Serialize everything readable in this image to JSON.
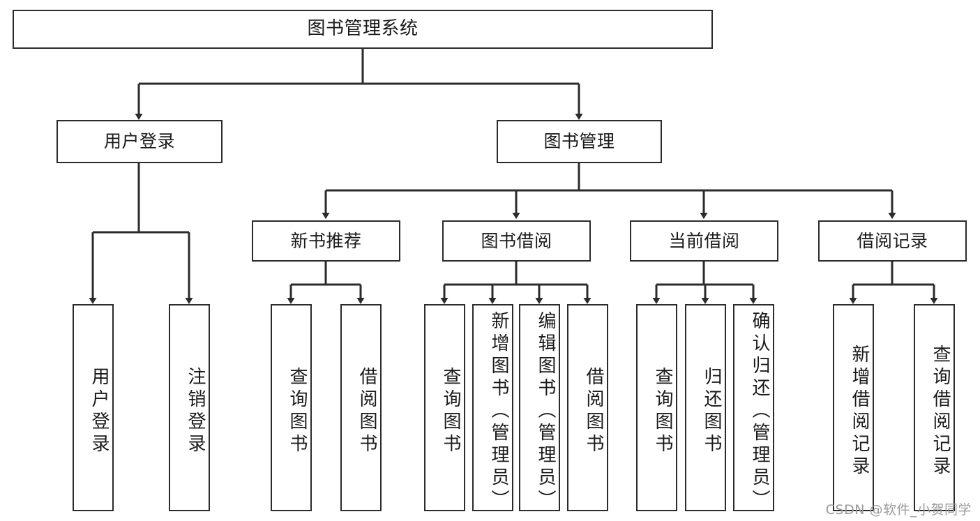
{
  "diagram": {
    "title": "图书管理系统",
    "type": "tree-hierarchy-chart",
    "watermark": "CSDN @软件_小贺同学",
    "colors": {
      "stroke": "#2b2b2b",
      "fill": "#ffffff",
      "text": "#1a1a1a",
      "watermark": "#9a9a9a"
    },
    "nodes": {
      "root": {
        "label": "图书管理系统"
      },
      "level2": [
        {
          "id": "user-login",
          "label": "用户登录"
        },
        {
          "id": "book-management",
          "label": "图书管理"
        }
      ],
      "level3": [
        {
          "id": "new-book-recommend",
          "label": "新书推荐"
        },
        {
          "id": "book-borrow",
          "label": "图书借阅"
        },
        {
          "id": "current-borrow",
          "label": "当前借阅"
        },
        {
          "id": "borrow-record",
          "label": "借阅记录"
        }
      ],
      "leaves": {
        "user-login": [
          {
            "id": "leaf-user-login",
            "label": "用户登录"
          },
          {
            "id": "leaf-logout-login",
            "label": "注销登录"
          }
        ],
        "new-book-recommend": [
          {
            "id": "leaf-query-book-1",
            "label": "查询图书"
          },
          {
            "id": "leaf-borrow-book-1",
            "label": "借阅图书"
          }
        ],
        "book-borrow": [
          {
            "id": "leaf-query-book-2",
            "label": "查询图书"
          },
          {
            "id": "leaf-add-book",
            "label": "新增图书（管理员）"
          },
          {
            "id": "leaf-edit-book",
            "label": "编辑图书（管理员）"
          },
          {
            "id": "leaf-borrow-book-2",
            "label": "借阅图书"
          }
        ],
        "current-borrow": [
          {
            "id": "leaf-query-book-3",
            "label": "查询图书"
          },
          {
            "id": "leaf-return-book",
            "label": "归还图书"
          },
          {
            "id": "leaf-confirm-return",
            "label": "确认归还（管理员）"
          }
        ],
        "borrow-record": [
          {
            "id": "leaf-add-record",
            "label": "新增借阅记录"
          },
          {
            "id": "leaf-query-record",
            "label": "查询借阅记录"
          }
        ]
      }
    }
  }
}
